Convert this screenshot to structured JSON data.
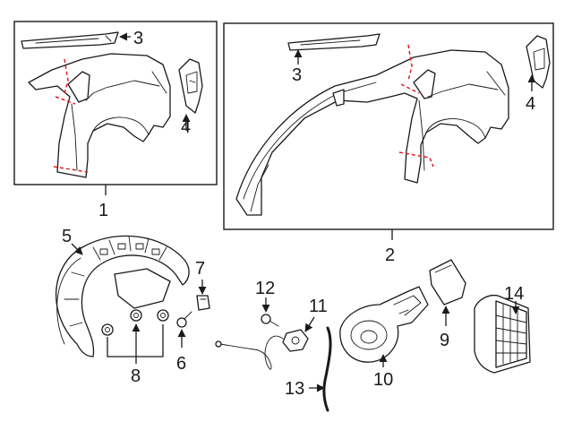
{
  "diagram": {
    "callouts": {
      "c1": "1",
      "c2": "2",
      "c3a": "3",
      "c3b": "3",
      "c4a": "4",
      "c4b": "4",
      "c5": "5",
      "c6": "6",
      "c7": "7",
      "c8": "8",
      "c9": "9",
      "c10": "10",
      "c11": "11",
      "c12": "12",
      "c13": "13",
      "c14": "14"
    },
    "colors": {
      "line": "#1a1a1a",
      "cut_line": "#e31e24",
      "background": "#ffffff"
    },
    "parts": [
      {
        "callout": "1",
        "icon": "quarter-panel-skin"
      },
      {
        "callout": "2",
        "icon": "quarter-panel-assembly"
      },
      {
        "callout": "3",
        "icon": "upper-rail-reinforcement"
      },
      {
        "callout": "4",
        "icon": "lower-reinforcement-bracket"
      },
      {
        "callout": "5",
        "icon": "wheelhouse-liner"
      },
      {
        "callout": "6",
        "icon": "screw"
      },
      {
        "callout": "7",
        "icon": "retainer-clip"
      },
      {
        "callout": "8",
        "icon": "push-nut"
      },
      {
        "callout": "9",
        "icon": "fuel-door"
      },
      {
        "callout": "10",
        "icon": "fuel-filler-housing"
      },
      {
        "callout": "11",
        "icon": "door-lock-actuator"
      },
      {
        "callout": "12",
        "icon": "bolt"
      },
      {
        "callout": "13",
        "icon": "drain-hose"
      },
      {
        "callout": "14",
        "icon": "air-vent-grille"
      }
    ]
  }
}
